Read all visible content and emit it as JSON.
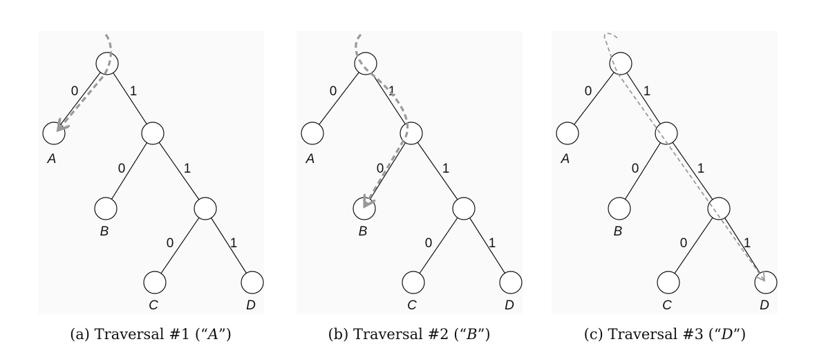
{
  "panels": [
    {
      "id": "a",
      "caption_prefix": "(a) Traversal #1 (“",
      "caption_leaf": "A",
      "caption_suffix": "”)",
      "target": "A"
    },
    {
      "id": "b",
      "caption_prefix": "(b) Traversal #2 (“",
      "caption_leaf": "B",
      "caption_suffix": "”)",
      "target": "B"
    },
    {
      "id": "c",
      "caption_prefix": "(c) Traversal #3 (“",
      "caption_leaf": "D",
      "caption_suffix": "”)",
      "target": "D"
    }
  ],
  "tree": {
    "leaf_labels": [
      "A",
      "B",
      "C",
      "D"
    ],
    "edge_labels": [
      "0",
      "1",
      "0",
      "1",
      "0",
      "1"
    ]
  },
  "colors": {
    "panel_bg": "#fafafa",
    "edge": "#111111",
    "arrow": "#999999"
  }
}
